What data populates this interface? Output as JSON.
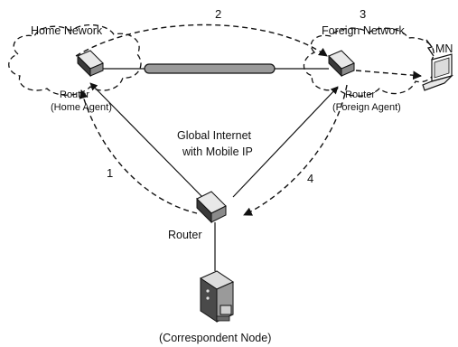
{
  "diagram": {
    "home_network_label": "Home Nework",
    "foreign_network_label": "Foreign Network",
    "mn_label": "MN",
    "home_router_line1": "Router",
    "home_router_line2": "(Home Agent)",
    "foreign_router_line1": "Router",
    "foreign_router_line2": "(Foreign Agent)",
    "center_line1": "Global Internet",
    "center_line2": "with Mobile IP",
    "router_label": "Router",
    "correspondent_label": "(Correspondent Node)",
    "step_1": "1",
    "step_2": "2",
    "step_3": "3",
    "step_4": "4"
  },
  "colors": {
    "ink": "#111111",
    "tunnel_fill": "#9a9a9a",
    "device_light": "#e8e8e8",
    "device_dark": "#3a3a3a"
  }
}
